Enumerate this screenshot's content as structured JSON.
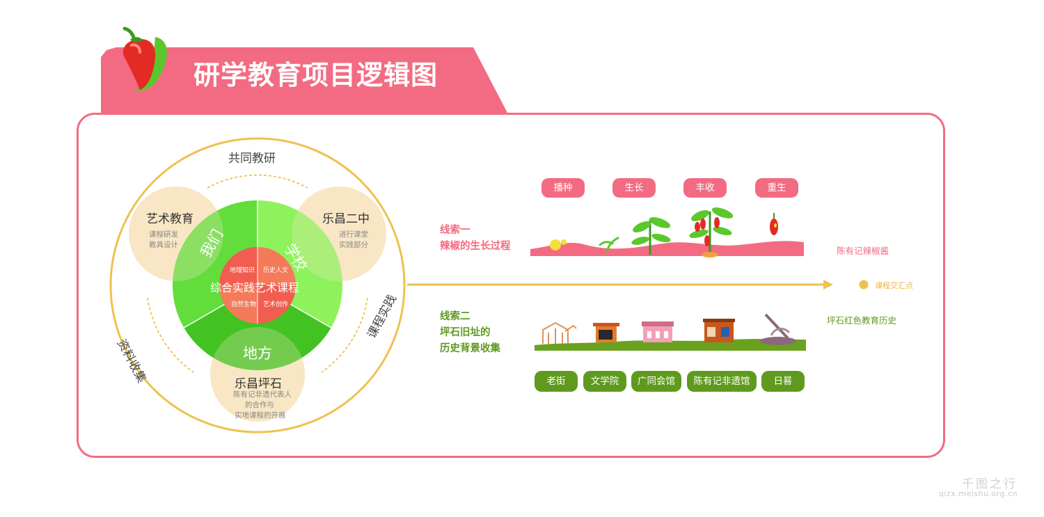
{
  "header": {
    "title": "研学教育项目逻辑图"
  },
  "diagram": {
    "outer_labels": {
      "top": "共同教研",
      "left": "资料收集",
      "right": "课程实践"
    },
    "bubbles": {
      "left": {
        "title": "艺术教育",
        "lines": [
          "课程研发",
          "教具设计"
        ]
      },
      "right": {
        "title": "乐昌二中",
        "lines": [
          "进行课堂",
          "实践部分"
        ]
      },
      "bottom": {
        "title": "乐昌坪石",
        "lines": [
          "陈有记非遗代表人",
          "的合作与",
          "实地课程的开展"
        ]
      }
    },
    "segments": {
      "left": "我们",
      "right": "学校",
      "bottom": "地方"
    },
    "core": {
      "title": "综合实践艺术课程",
      "quadrants": [
        "地理知识",
        "历史人文",
        "自然生物",
        "艺术创作"
      ]
    },
    "colors": {
      "accent_pink": "#f36b82",
      "ring_yellow": "#efc14f",
      "green_light": "#8ef25c",
      "green_mid": "#5fd83a",
      "green_dark": "#42c322",
      "core_red": "#f25d51",
      "bubble_cream": "#f8e6c5"
    }
  },
  "timeline": {
    "axis_note": "课程交汇点",
    "clue1": {
      "title_lines": [
        "线索一",
        "辣椒的生长过程"
      ],
      "stages": [
        "播种",
        "生长",
        "丰收",
        "重生"
      ],
      "outcome": "陈有记辣椒酱"
    },
    "clue2": {
      "title_lines": [
        "线索二",
        "坪石旧址的",
        "历史背景收集"
      ],
      "sites": [
        "老街",
        "文学院",
        "广同会馆",
        "陈有记非遗馆",
        "日晷"
      ],
      "outcome": "坪石红色教育历史"
    }
  },
  "watermark": {
    "line1": "千图之行",
    "line2": "qizx.meishu.org.cn"
  }
}
